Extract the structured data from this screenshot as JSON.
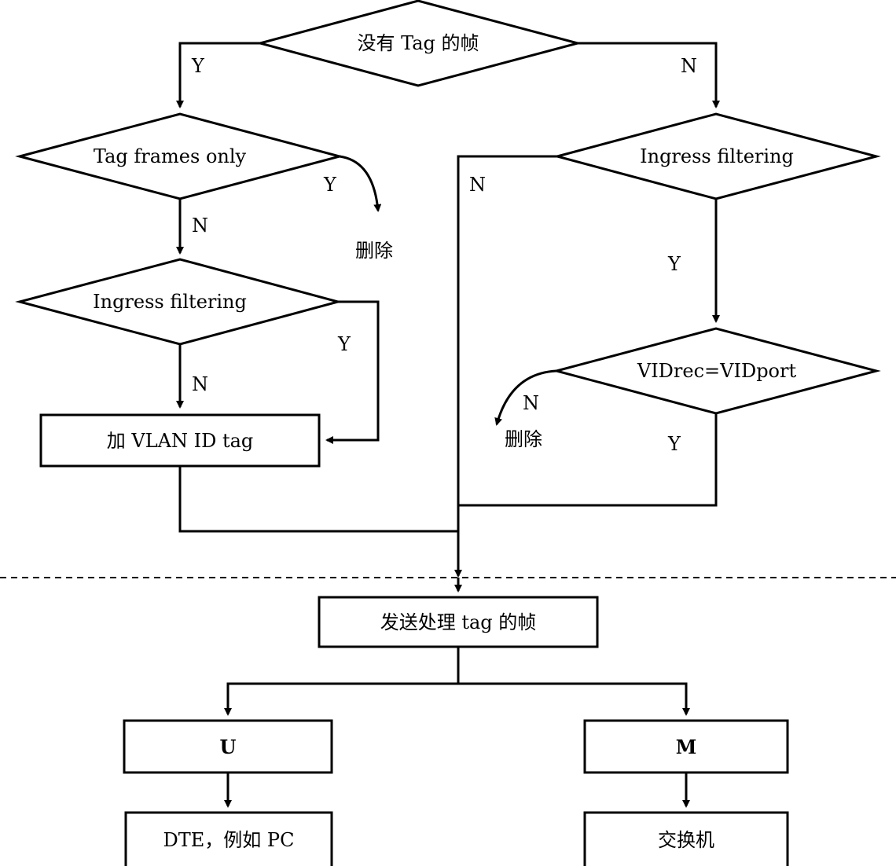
{
  "diagram": {
    "title": "VLAN ingress / egress tag frame processing flowchart",
    "nodes": {
      "untagged_check": "没有 Tag 的帧",
      "tag_frames_only": "Tag frames only",
      "ingress_filtering_left": "Ingress filtering",
      "add_vlan_tag": "加 VLAN ID tag",
      "ingress_filtering_right": "Ingress filtering",
      "vid_compare": "VIDrec=VIDport",
      "send_tagged": "发送处理 tag 的帧",
      "untagged_port": "U",
      "tagged_port": "M",
      "dte_pc": "DTE，例如 PC",
      "switch": "交换机"
    },
    "drop_labels": {
      "drop_tag_only": "删除",
      "drop_vid_mismatch": "删除"
    },
    "edge_labels": {
      "untagged_yes": "Y",
      "untagged_no": "N",
      "tag_only_yes": "Y",
      "tag_only_no": "N",
      "ingress_left_yes": "Y",
      "ingress_left_no": "N",
      "ingress_right_no": "N",
      "ingress_right_yes": "Y",
      "vid_no": "N",
      "vid_yes": "Y"
    }
  }
}
